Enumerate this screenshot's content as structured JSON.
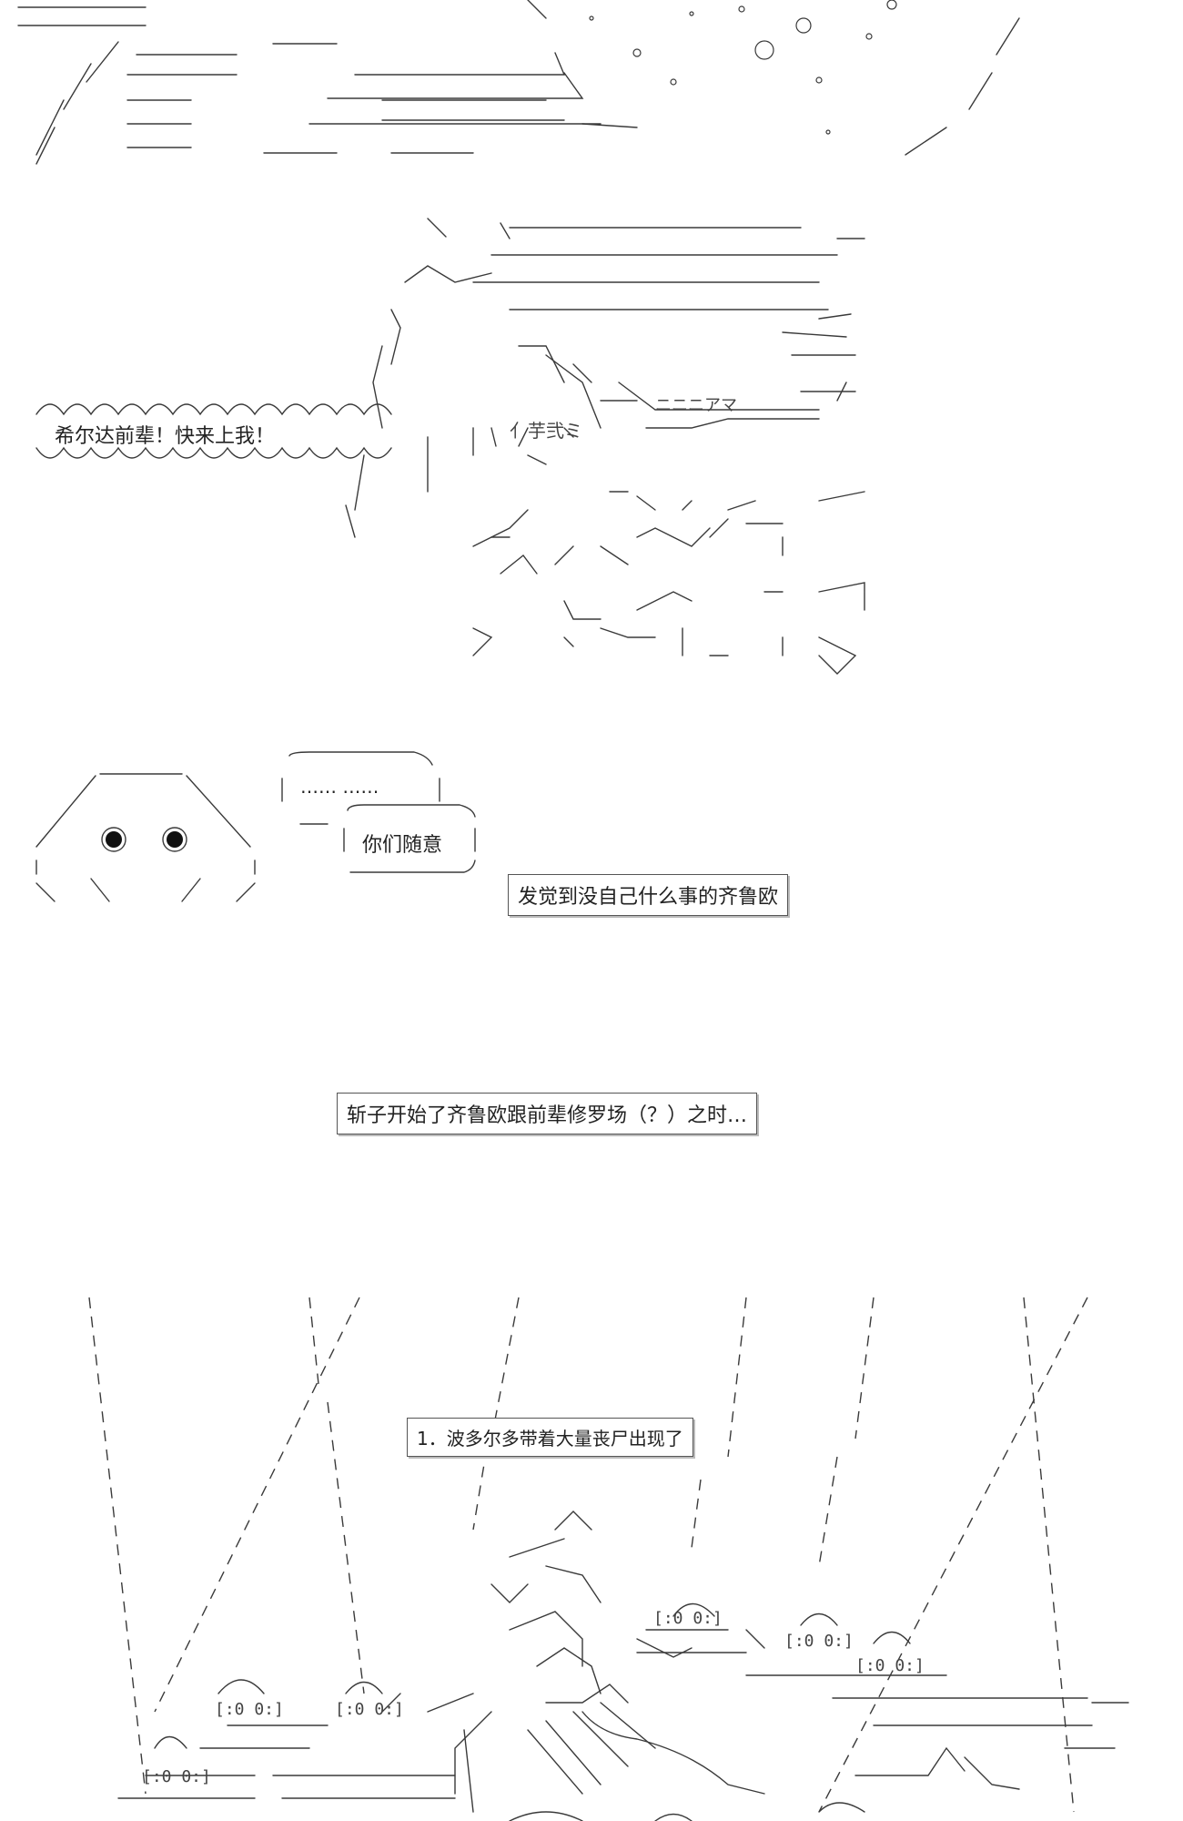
{
  "shout_text": "希尔达前辈！快来上我！",
  "bubble_dots": "…… ……",
  "bubble_reply": "你们随意",
  "caption_1": "发觉到没自己什么事的齐鲁欧",
  "caption_2": "斩子开始了齐鲁欧跟前辈修罗场（？）之时…",
  "caption_3": "1．波多尔多带着大量丧尸出现了",
  "label_chant": "亻芋弐ミ",
  "label_ama": "ニニニアマ",
  "zombie_tag": "[:0 0:]"
}
